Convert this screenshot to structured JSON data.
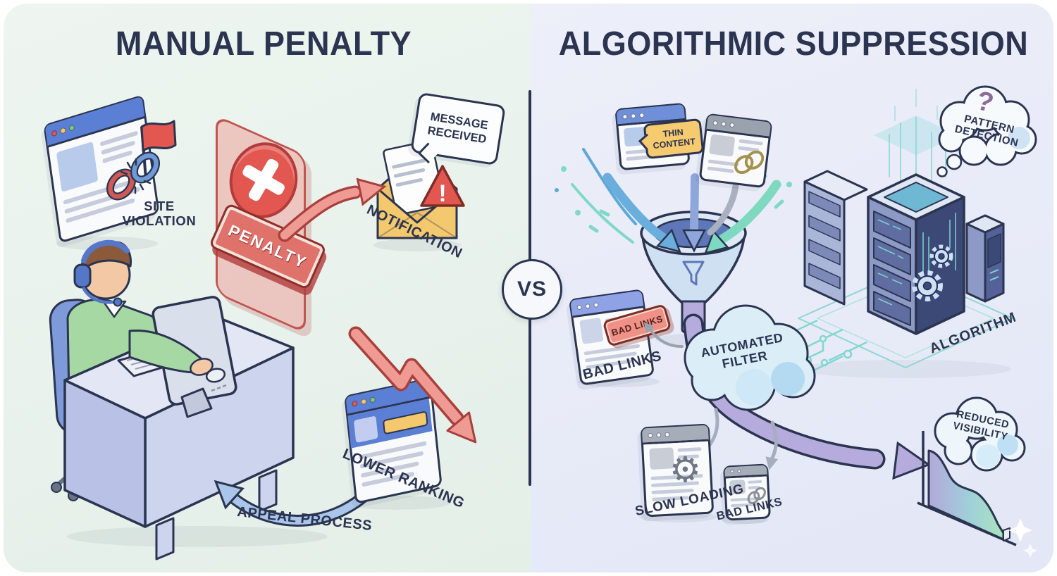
{
  "colors": {
    "left_bg": "#e7f1ea",
    "right_bg": "#e7eaf8",
    "ink": "#2b3450",
    "red": "#e2574f",
    "salmon": "#ef9b93",
    "yellow": "#f4c96d",
    "teal": "#7fd8c8",
    "blue": "#5b7fd4",
    "purple": "#b5abdc"
  },
  "left": {
    "title": "MANUAL PENALTY",
    "site_violation_line1": "SITE",
    "site_violation_line2": "VIOLATION",
    "penalty_stamp": "PENALTY",
    "bubble_line1": "MESSAGE",
    "bubble_line2": "RECEIVED",
    "notification": "NOTIFICATION",
    "warning_mark": "!",
    "lower_ranking": "LOWER RANKING",
    "appeal_process": "APPEAL PROCESS"
  },
  "center": {
    "vs": "VS"
  },
  "right": {
    "title": "ALGORITHMIC SUPPRESSION",
    "thin_content_line1": "THIN",
    "thin_content_line2": "CONTENT",
    "pattern_line1": "PATTERN",
    "pattern_line2": "DETECTION",
    "question_mark": "?",
    "bad_links_tag": "BAD LINKS",
    "bad_links_label": "BAD LINKS",
    "automated_line1": "AUTOMATED",
    "automated_line2": "FILTER",
    "algorithm": "ALGORITHM",
    "slow_loading": "SLOW LOADING",
    "bad_links_small": "BAD LINKS",
    "reduced_line1": "REDUCED",
    "reduced_line2": "VISIBILITY"
  }
}
